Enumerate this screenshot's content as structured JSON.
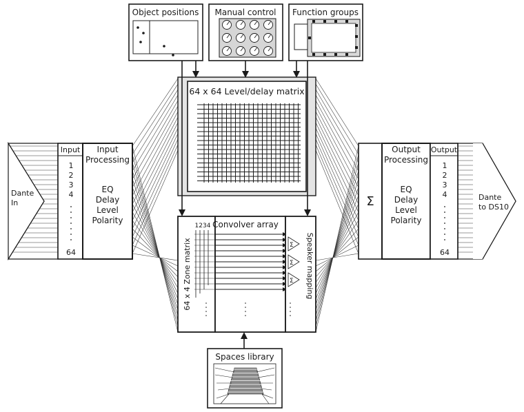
{
  "top_boxes": {
    "object_positions": "Object positions",
    "manual_control": "Manual control",
    "function_groups": "Function groups"
  },
  "matrix": {
    "title": "64 x 64 Level/delay matrix"
  },
  "dante_in": {
    "line1": "Dante",
    "line2": "In"
  },
  "input": {
    "header": "Input",
    "numbers": [
      "1",
      "2",
      "3",
      "4"
    ],
    "last": "64",
    "processing_title": [
      "Input",
      "Processing"
    ],
    "processing_items": [
      "EQ",
      "Delay",
      "Level",
      "Polarity"
    ]
  },
  "sum_symbol": "Σ",
  "output": {
    "processing_title": [
      "Output",
      "Processing"
    ],
    "processing_items": [
      "EQ",
      "Delay",
      "Level",
      "Polarity"
    ],
    "header": "Output",
    "numbers": [
      "1",
      "2",
      "3",
      "4"
    ],
    "last": "64"
  },
  "dante_out": {
    "line1": "Dante",
    "line2": "to DS10"
  },
  "zone_matrix": {
    "label": "64 x 4 Zone matrix",
    "columns": "1234"
  },
  "convolver": {
    "title": "Convolver array"
  },
  "speaker_mapping": {
    "label": "Speaker mapping",
    "sum_symbol": "Σ"
  },
  "spaces_library": {
    "title": "Spaces library"
  }
}
